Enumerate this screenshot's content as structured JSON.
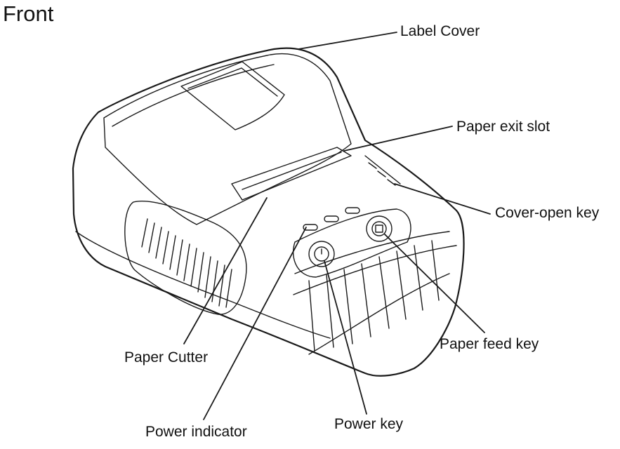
{
  "title": "Front",
  "labels": {
    "label_cover": "Label Cover",
    "paper_exit_slot": "Paper exit slot",
    "cover_open_key": "Cover-open key",
    "paper_feed_key": "Paper feed key",
    "paper_cutter": "Paper Cutter",
    "power_key": "Power key",
    "power_indicator": "Power indicator"
  }
}
